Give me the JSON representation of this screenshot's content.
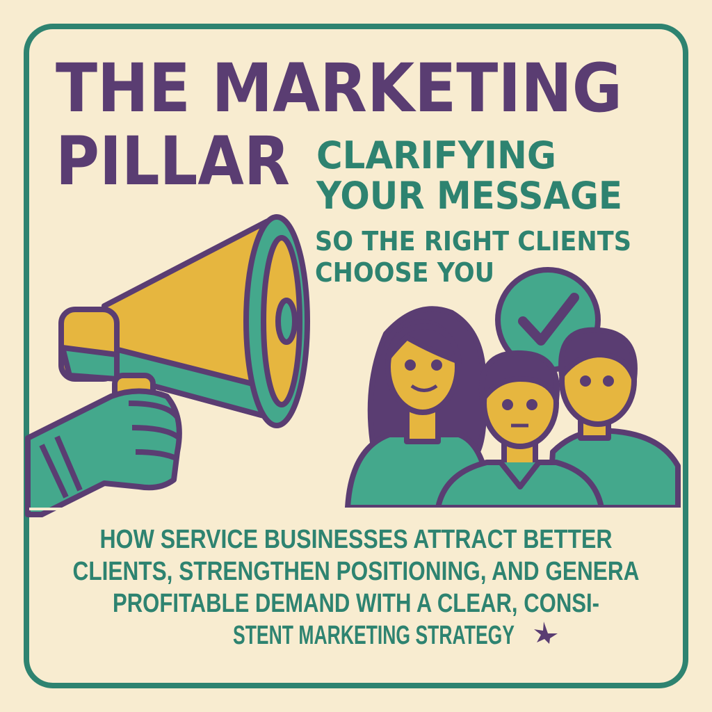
{
  "poster": {
    "title_line1": "THE MARKETING",
    "title_line2": "PILLAR",
    "subtitle_line1": "CLARIFYING",
    "subtitle_line2": "YOUR MESSAGE",
    "tagline_line1": "SO THE RIGHT CLIENTS",
    "tagline_line2": "CHOOSE YOU",
    "body_lines": [
      "HOW SERVICE BUSINESSES ATTRACT BETTER",
      "CLIENTS, STRENGTHEN POSITIONING, AND GENERA",
      "PROFITABLE DEMAND WITH A CLEAR, CONSI-",
      "STENT MARKETING STRATEGY"
    ]
  },
  "icons": [
    "megaphone-icon",
    "hand-icon",
    "checkmark-circle-icon",
    "people-group-icon",
    "star-icon"
  ],
  "colors": {
    "background": "#f8ecd0",
    "teal": "#2e8370",
    "teal_fill": "#44a88c",
    "purple": "#5a3d72",
    "yellow": "#e6b63f"
  }
}
